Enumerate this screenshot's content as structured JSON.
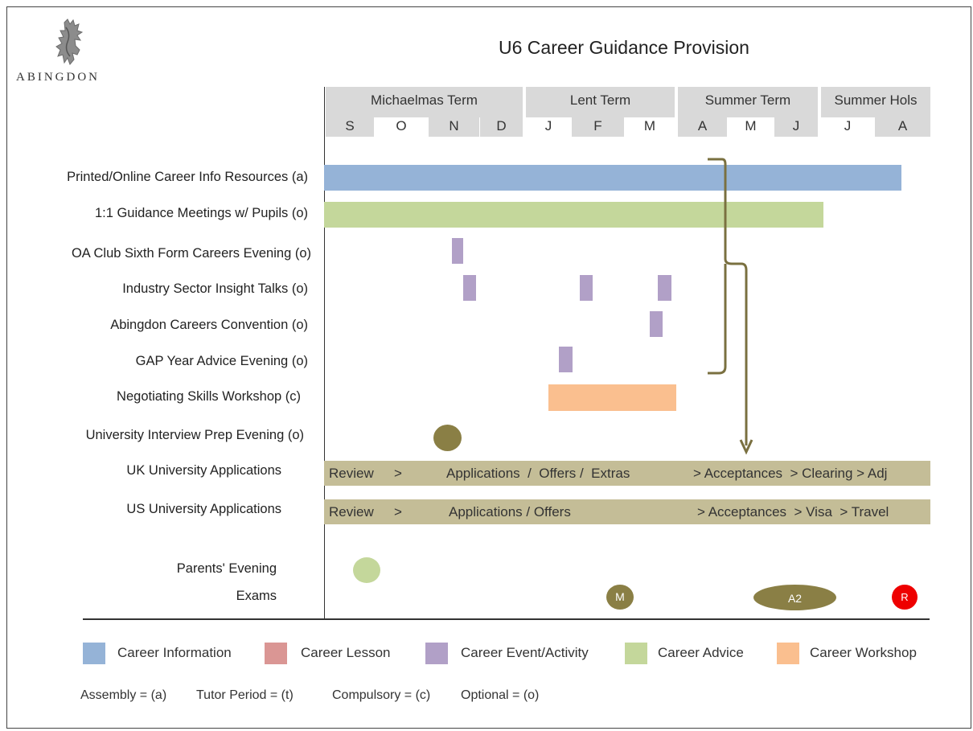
{
  "title": "U6 Career Guidance Provision",
  "logo": {
    "text": "ABINGDON",
    "icon": "heraldic-lion-crest-icon"
  },
  "terms": [
    {
      "label": "Michaelmas Term"
    },
    {
      "label": "Lent Term"
    },
    {
      "label": "Summer Term"
    },
    {
      "label": "Summer Hols"
    }
  ],
  "months": [
    "S",
    "O",
    "N",
    "D",
    "J",
    "F",
    "M",
    "A",
    "M",
    "J",
    "J",
    "A"
  ],
  "rows": [
    "Printed/Online Career Info Resources (a)",
    "1:1 Guidance Meetings w/ Pupils (o)",
    "OA Club Sixth Form Careers Evening (o)",
    "Industry Sector Insight Talks (o)",
    "Abingdon Careers Convention (o)",
    "GAP Year Advice Evening (o)",
    "Negotiating Skills Workshop (c)",
    "University Interview Prep Evening (o)",
    "UK University Applications",
    "US University Applications",
    "Parents' Evening",
    "Exams"
  ],
  "uk_applications": {
    "review": "Review",
    "arrow1": ">",
    "middle": "Applications  /  Offers /  Extras",
    "tail": "> Acceptances  > Clearing > Adj"
  },
  "us_applications": {
    "review": "Review",
    "arrow1": ">",
    "middle": "Applications / Offers",
    "tail": "> Acceptances  > Visa  > Travel"
  },
  "exam_markers": {
    "mock": "M",
    "a2": "A2",
    "results": "R"
  },
  "legend": [
    {
      "label": "Career Information",
      "color": "#95b3d7"
    },
    {
      "label": "Career Lesson",
      "color": "#da9694"
    },
    {
      "label": "Career Event/Activity",
      "color": "#b1a0c7"
    },
    {
      "label": "Career Advice",
      "color": "#c4d79b"
    },
    {
      "label": "Career Workshop",
      "color": "#fabf8f"
    }
  ],
  "key": {
    "assembly": "Assembly = (a)",
    "tutor": "Tutor Period = (t)",
    "compulsory": "Compulsory = (c)",
    "optional": "Optional = (o)"
  }
}
